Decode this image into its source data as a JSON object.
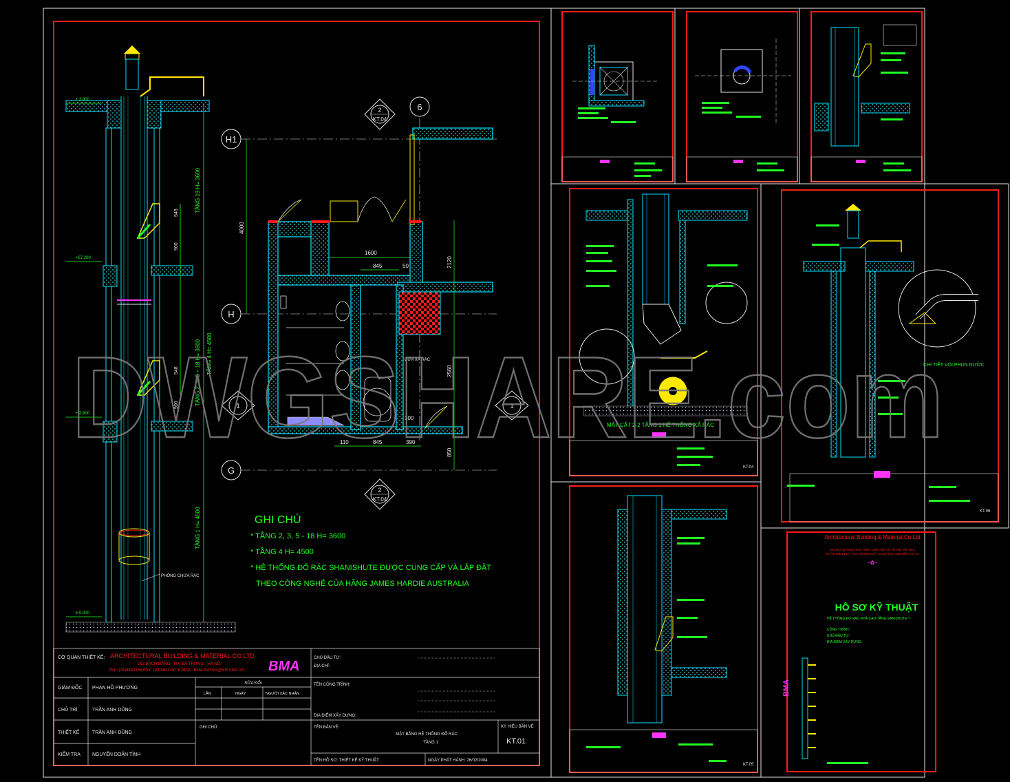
{
  "watermark": "DWGSHARE.com",
  "colors": {
    "background": "#000000",
    "sheet_border": "#ff1a1a",
    "wall": "#00e5ff",
    "annotation": "#22ff22",
    "accent_yellow": "#ffea00",
    "accent_magenta": "#ff33ff",
    "white_line": "#e6e6e6"
  },
  "main_sheet": {
    "floor_plan": {
      "grid_lines": [
        "H1",
        "H",
        "G",
        "6"
      ],
      "section_markers": [
        {
          "num": "2",
          "sheet": "KT.04"
        },
        {
          "num": "2",
          "sheet": "KT.04"
        },
        {
          "num": "1",
          "sheet": ""
        },
        {
          "num": "1",
          "sheet": ""
        }
      ],
      "dimensions": [
        "4000",
        "1600",
        "845",
        "50",
        "2120",
        "2560",
        "110",
        "845",
        "390",
        "850",
        "300"
      ],
      "labels": [
        "CỬA XẢ RÁC"
      ]
    },
    "section": {
      "floor_labels": [
        "TẦNG 19 H= 3600",
        "TẦNG 2, 3, 5 ÷ 18 H= 3600",
        "TẦNG 4 H= 4500",
        "TẦNG 1 H= 4500"
      ],
      "level_tags": [
        "± 3.800",
        "+67.200",
        "+ 3.800",
        "± 0.000"
      ],
      "dims": [
        "548",
        "900",
        "548",
        "900"
      ],
      "callout": "PHÒNG CHỨA RÁC"
    },
    "notes": {
      "heading": "GHI CHÚ",
      "items": [
        "* TẦNG 2, 3, 5 - 18 H= 3600",
        "* TẦNG 4 H= 4500",
        "* HỆ THỐNG ĐỔ RÁC SHANISHUTE ĐƯỢC CUNG CẤP VÀ LẮP ĐẶT",
        "THEO CÔNG NGHỆ CỦA HÃNG JAMES HARDIE AUSTRALIA"
      ]
    },
    "title_block": {
      "designer_label": "CƠ QUAN THIẾT KẾ:",
      "company": "ARCHITECTURAL BUILDING & MATERIAL CO LTD",
      "address": "282 BẠCH ĐẰNG - HAI BÀ TRƯNG - HÀ NỘI",
      "contact": "TEL: (04)9842156   FAX: (04)9842157   E-MAIL: BMA-SALES@HN.VNN.VN",
      "logo": "BMA",
      "roles": [
        {
          "role": "GIÁM ĐỐC",
          "name": "PHAN HỒ PHƯƠNG"
        },
        {
          "role": "CHỦ TRÌ",
          "name": "TRẦN ANH DŨNG"
        },
        {
          "role": "THIẾT KẾ",
          "name": "TRẦN ANH DŨNG"
        },
        {
          "role": "KIỂM TRA",
          "name": "NGUYỄN DOÃN TÌNH"
        }
      ],
      "revision_label": "SỬA ĐỔI",
      "revision_cols": [
        "LẦN",
        "NGÀY",
        "NGƯỜI XÁC NHẬN"
      ],
      "notes_label": "GHI CHÚ:",
      "owner_label": "CHỦ ĐẦU TƯ:",
      "owner_address_label": "ĐỊA CHỈ:",
      "project_label": "TÊN CÔNG TRÌNH:",
      "location_label": "ĐỊA ĐIỂM XÂY DỰNG:",
      "drawing_label": "TÊN BẢN VẼ:",
      "drawing_name": "MẶT BẰNG HỆ THỐNG ĐỔ RÁC",
      "drawing_sub": "TẦNG 1",
      "sheet_no_label": "KÝ HIỆU BẢN VẼ",
      "sheet_no": "KT.01",
      "file_label": "TÊN HỒ SƠ: THIẾT KẾ KỸ THUẬT",
      "issue_label": "NGÀY PHÁT HÀNH: 26/02/2004"
    }
  },
  "small_sheets": {
    "section_title": "MẶT CẮT 2-2 TẦNG 1 HỆ THỐNG XẢ RÁC",
    "sprinkler_title": "CHI TIẾT VÒI PHUN NƯỚC",
    "sheet_tags": [
      "KT.04",
      "KT.05",
      "KT.06"
    ]
  },
  "cover": {
    "company": "Architectural Building & Material Co Ltd",
    "address": "282 đường Hoàng Hoa Thám, quận Tây Hồ, Hà Nội, Việt Nam",
    "contact": "Tel: (04)9842156 · Fax: (04)9842157 · Email: bma-sales@hn.vnn.vn",
    "title": "HỒ SƠ KỸ THUẬT",
    "subtitle": "HỆ THỐNG ĐỔ RÁC NHÀ CAO TẦNG SANISHUTE™",
    "fields": [
      "CÔNG TRÌNH:",
      "CHỦ ĐẦU TƯ:",
      "ĐỊA ĐIỂM XÂY DỰNG:"
    ],
    "logo": "BMA"
  }
}
